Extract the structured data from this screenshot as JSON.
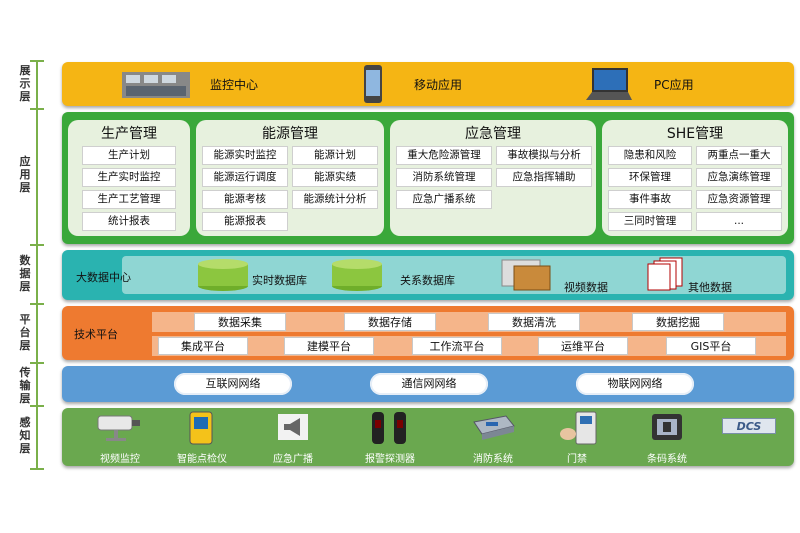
{
  "layers": {
    "display": "展示层",
    "application": "应用层",
    "data": "数据层",
    "platform": "平台层",
    "transport": "传输层",
    "perception": "感知层"
  },
  "display": {
    "items": [
      "监控中心",
      "移动应用",
      "PC应用"
    ]
  },
  "application": {
    "production": {
      "title": "生产管理",
      "items": [
        "生产计划",
        "生产实时监控",
        "生产工艺管理",
        "统计报表"
      ]
    },
    "energy": {
      "title": "能源管理",
      "items": [
        "能源实时监控",
        "能源计划",
        "能源运行调度",
        "能源实绩",
        "能源考核",
        "能源统计分析",
        "能源报表"
      ]
    },
    "emergency": {
      "title": "应急管理",
      "items": [
        "重大危险源管理",
        "事故模拟与分析",
        "消防系统管理",
        "应急指挥辅助",
        "应急广播系统"
      ]
    },
    "she": {
      "title": "SHE管理",
      "items": [
        "隐患和风险",
        "两重点一重大",
        "环保管理",
        "应急演练管理",
        "事件事故",
        "应急资源管理",
        "三同时管理",
        "..."
      ]
    }
  },
  "data": {
    "center": "大数据中心",
    "items": [
      "实时数据库",
      "关系数据库",
      "视频数据",
      "其他数据"
    ]
  },
  "platform": {
    "label": "技术平台",
    "row1": [
      "数据采集",
      "数据存储",
      "数据清洗",
      "数据挖掘"
    ],
    "row2": [
      "集成平台",
      "建模平台",
      "工作流平台",
      "运维平台",
      "GIS平台"
    ]
  },
  "transport": {
    "items": [
      "互联网网络",
      "通信网网络",
      "物联网网络"
    ]
  },
  "perception": {
    "items": [
      "视频监控",
      "智能点检仪",
      "应急广播",
      "报警探测器",
      "消防系统",
      "门禁",
      "条码系统"
    ],
    "logo_text": "DCS"
  },
  "colors": {
    "display_band": "#f5b514",
    "application_band": "#3aa83a",
    "data_band": "#2ab3b0",
    "platform_band": "#ee7a30",
    "transport_band": "#5b9bd5",
    "perception_band": "#6aa84f"
  }
}
